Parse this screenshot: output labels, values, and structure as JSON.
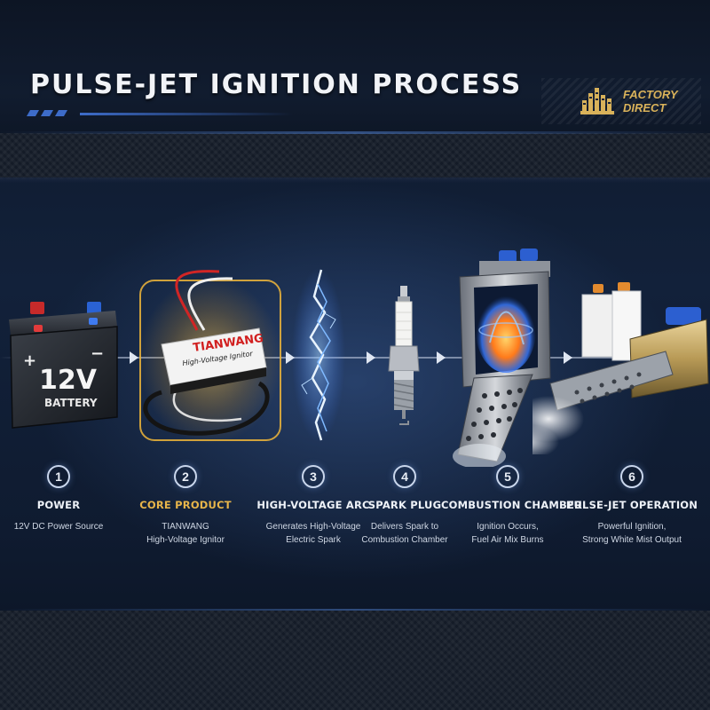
{
  "title": "PULSE-JET IGNITION PROCESS",
  "badge": {
    "line1": "FACTORY",
    "line2": "DIRECT",
    "icon": "factory-icon"
  },
  "colors": {
    "accent": "#e7b54a",
    "blue": "#3d6cc9",
    "background": "#12213a"
  },
  "illustrations": {
    "battery": {
      "voltage": "12V",
      "label": "BATTERY",
      "plus": "+",
      "minus": "−"
    },
    "ignitor": {
      "brand": "TIANWANG",
      "model": "High-Voltage Ignitor"
    }
  },
  "steps": [
    {
      "number": "1",
      "title": "POWER",
      "desc_lines": [
        "12V DC Power Source"
      ]
    },
    {
      "number": "2",
      "title": "CORE PRODUCT",
      "desc_lines": [
        "TIANWANG",
        "High-Voltage Ignitor"
      ],
      "highlight": true
    },
    {
      "number": "3",
      "title": "HIGH-VOLTAGE ARC",
      "desc_lines": [
        "Generates High-Voltage",
        "Electric Spark"
      ]
    },
    {
      "number": "4",
      "title": "SPARK PLUG",
      "desc_lines": [
        "Delivers Spark to",
        "Combustion Chamber"
      ]
    },
    {
      "number": "5",
      "title": "COMBUSTION CHAMBER",
      "desc_lines": [
        "Ignition Occurs,",
        "Fuel Air Mix Burns"
      ]
    },
    {
      "number": "6",
      "title": "PULSE-JET OPERATION",
      "desc_lines": [
        "Powerful Ignition,",
        "Strong White Mist Output"
      ]
    }
  ]
}
